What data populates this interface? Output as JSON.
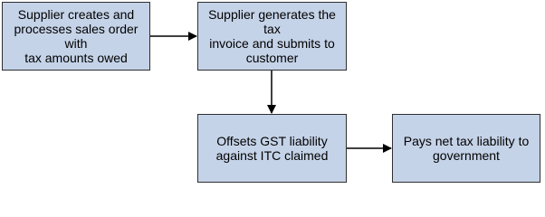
{
  "steps": [
    {
      "label": "Supplier creates and\nprocesses sales order with\ntax amounts owed"
    },
    {
      "label": "Supplier generates the tax\ninvoice and submits to\ncustomer"
    },
    {
      "label": "Offsets GST liability\nagainst ITC claimed"
    },
    {
      "label": "Pays net tax liability to\ngovernment"
    }
  ],
  "colors": {
    "box_fill": "#c5d3e8",
    "box_border": "#2f2f2f",
    "arrow": "#000000"
  }
}
